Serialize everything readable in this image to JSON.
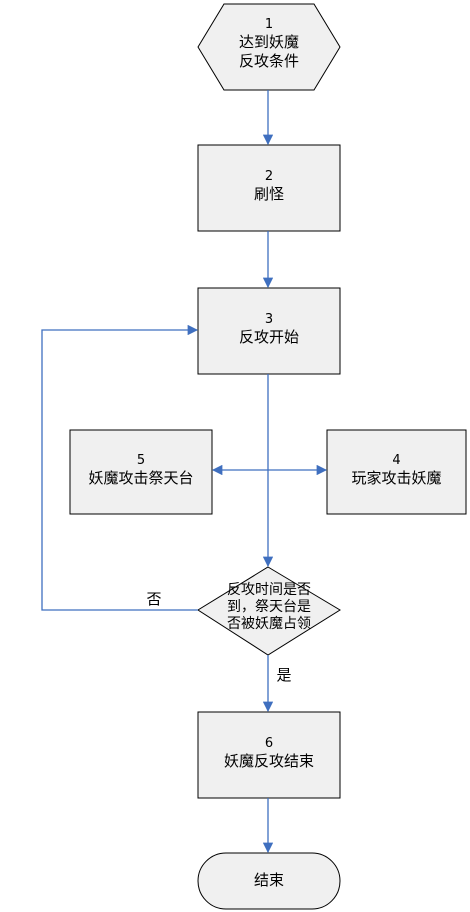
{
  "nodes": {
    "n1": {
      "num": "1",
      "line1": "达到妖魔",
      "line2": "反攻条件"
    },
    "n2": {
      "num": "2",
      "line1": "刷怪"
    },
    "n3": {
      "num": "3",
      "line1": "反攻开始"
    },
    "n4": {
      "num": "4",
      "line1": "玩家攻击妖魔"
    },
    "n5": {
      "num": "5",
      "line1": "妖魔攻击祭天台"
    },
    "decision": {
      "line1": "反攻时间是否",
      "line2": "到，祭天台是",
      "line3": "否被妖魔占领"
    },
    "n6": {
      "num": "6",
      "line1": "妖魔反攻结束"
    },
    "end": {
      "line1": "结束"
    }
  },
  "edge_labels": {
    "no": "否",
    "yes": "是"
  },
  "colors": {
    "arrow": "#3f6fbf",
    "box_fill": "#f0f0f0",
    "border": "#000000"
  }
}
